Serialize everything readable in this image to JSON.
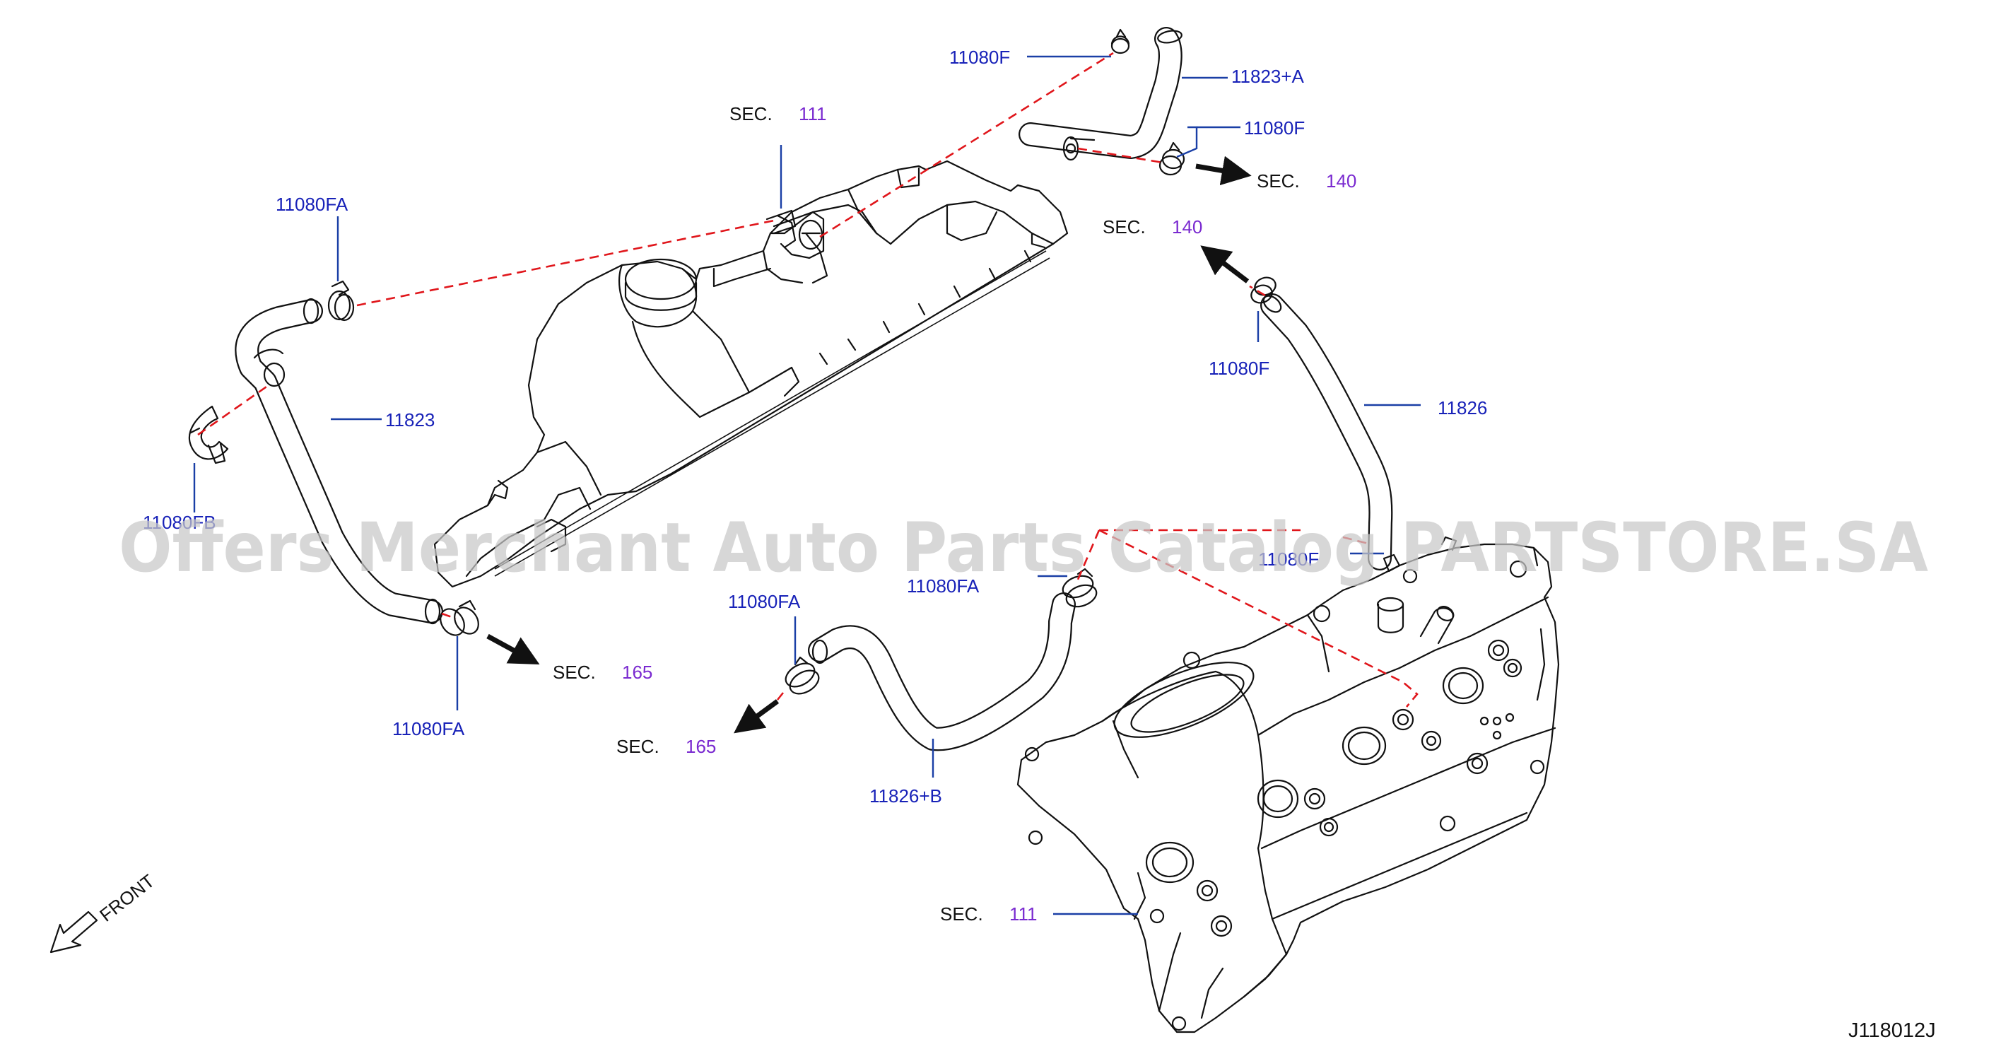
{
  "parts": {
    "p_11080F_top": "11080F",
    "p_11823A": "11823+A",
    "p_11080F_mid": "11080F",
    "p_11080FA_left": "11080FA",
    "p_11823": "11823",
    "p_11080B_left": "11080FB",
    "p_11080FA_bottom": "11080FA",
    "p_11080F_right": "11080F",
    "p_11826": "11826",
    "p_11080F_partial": "11080F",
    "p_11080FA_center": "11080FA",
    "p_11080FA_center2": "11080FA",
    "p_11826B": "11826+B"
  },
  "sections": {
    "s111_top": {
      "label": "SEC.",
      "num": "111"
    },
    "s140_a": {
      "label": "SEC.",
      "num": "140"
    },
    "s140_b": {
      "label": "SEC.",
      "num": "140"
    },
    "s165_a": {
      "label": "SEC.",
      "num": "165"
    },
    "s165_b": {
      "label": "SEC.",
      "num": "165"
    },
    "s111_bottom": {
      "label": "SEC.",
      "num": "111"
    }
  },
  "front_label": "FRONT",
  "diagram_code": "J118012J",
  "watermark": "Offers Merchant Auto Parts Catalog PARTSTORE.SA",
  "icons": {
    "direction": "arrow-icon",
    "front": "front-arrow-icon",
    "clamp": "hose-clamp-icon"
  },
  "colors": {
    "part_label": "#1822b8",
    "section_number": "#7a2ad0",
    "dashed_line": "#e0161b",
    "leader": "#1a3fa6"
  }
}
